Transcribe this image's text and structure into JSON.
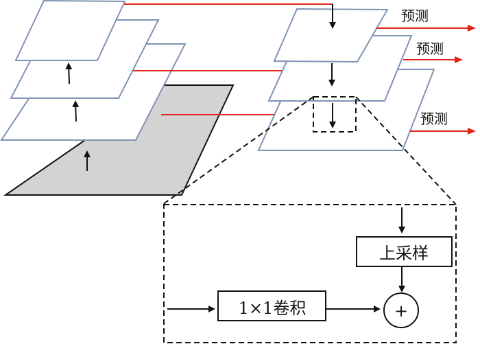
{
  "diagram": {
    "type": "feature-pyramid-network",
    "colors": {
      "layer_stroke": "#7f93b3",
      "base_fill": "#d3d3d3",
      "base_stroke": "#111111",
      "lateral_arrow": "#e2231a",
      "flow_arrow": "#111111",
      "dashed": "#111111"
    },
    "bottom_up_pathway": {
      "layers": [
        "base-feature-map",
        "layer-1",
        "layer-2",
        "layer-3"
      ]
    },
    "top_down_pathway": {
      "predictions": [
        {
          "label": "预测"
        },
        {
          "label": "预测"
        },
        {
          "label": "预测"
        }
      ]
    },
    "detail_box": {
      "upsample_label": "上采样",
      "conv_label": "1×1卷积",
      "add_symbol": "+"
    }
  }
}
